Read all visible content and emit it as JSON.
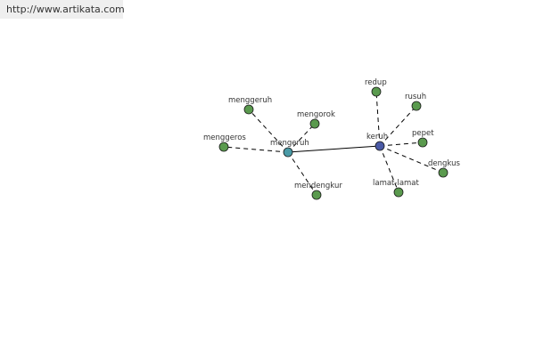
{
  "source": {
    "url_text": "http://www.artikata.com"
  },
  "colors": {
    "leaf_node": "#5a9a4e",
    "hub_mengeruh": "#4a9aa6",
    "hub_keruh": "#4a5aa6",
    "edge": "#000000",
    "source_bar": "#efefef"
  },
  "graph": {
    "nodes": [
      {
        "id": "mengeruh",
        "label": "mengeruh",
        "kind": "hub",
        "color_key": "hub_mengeruh"
      },
      {
        "id": "keruh",
        "label": "keruh",
        "kind": "hub",
        "color_key": "hub_keruh"
      },
      {
        "id": "menggeruh",
        "label": "menggeruh",
        "kind": "leaf",
        "color_key": "leaf_node"
      },
      {
        "id": "mengorok",
        "label": "mengorok",
        "kind": "leaf",
        "color_key": "leaf_node"
      },
      {
        "id": "menggeros",
        "label": "menggeros",
        "kind": "leaf",
        "color_key": "leaf_node"
      },
      {
        "id": "mendengkur",
        "label": "mendengkur",
        "kind": "leaf",
        "color_key": "leaf_node"
      },
      {
        "id": "redup",
        "label": "redup",
        "kind": "leaf",
        "color_key": "leaf_node"
      },
      {
        "id": "rusuh",
        "label": "rusuh",
        "kind": "leaf",
        "color_key": "leaf_node"
      },
      {
        "id": "pepet",
        "label": "pepet",
        "kind": "leaf",
        "color_key": "leaf_node"
      },
      {
        "id": "dengkus",
        "label": "dengkus",
        "kind": "leaf",
        "color_key": "leaf_node"
      },
      {
        "id": "lamat-lamat",
        "label": "lamat-lamat",
        "kind": "leaf",
        "color_key": "leaf_node"
      }
    ],
    "edges": [
      {
        "from": "mengeruh",
        "to": "keruh",
        "style": "solid"
      },
      {
        "from": "mengeruh",
        "to": "menggeruh",
        "style": "dashed"
      },
      {
        "from": "mengeruh",
        "to": "mengorok",
        "style": "dashed"
      },
      {
        "from": "mengeruh",
        "to": "menggeros",
        "style": "dashed"
      },
      {
        "from": "mengeruh",
        "to": "mendengkur",
        "style": "dashed"
      },
      {
        "from": "keruh",
        "to": "redup",
        "style": "dashed"
      },
      {
        "from": "keruh",
        "to": "rusuh",
        "style": "dashed"
      },
      {
        "from": "keruh",
        "to": "pepet",
        "style": "dashed"
      },
      {
        "from": "keruh",
        "to": "dengkus",
        "style": "dashed"
      },
      {
        "from": "keruh",
        "to": "lamat-lamat",
        "style": "dashed"
      }
    ]
  }
}
